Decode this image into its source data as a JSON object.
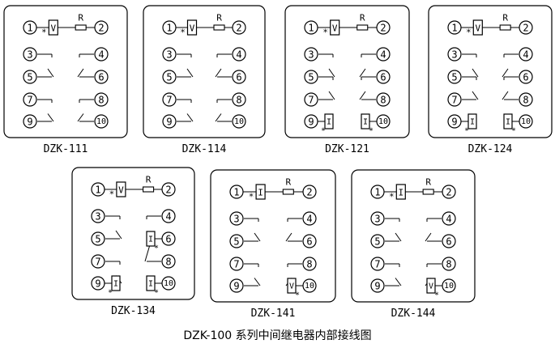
{
  "caption": "DZK-100 系列中间继电器内部接线图",
  "symbols": {
    "voltage_coil": "V",
    "current_coil": "I",
    "resistor": "R",
    "polarity_mark": "*"
  },
  "diagrams": [
    {
      "model": "DZK-111",
      "coil_type": "voltage",
      "has_resistor": true,
      "terminals": [
        "1",
        "2",
        "3",
        "4",
        "5",
        "6",
        "7",
        "8",
        "9",
        "10"
      ],
      "left_contacts": [
        {
          "from": "3",
          "to": "5",
          "type": "changeover",
          "common": "5"
        },
        {
          "from": "7",
          "to": "9",
          "type": "normally-open"
        }
      ],
      "right_contacts": [
        {
          "from": "4",
          "to": "6",
          "type": "changeover",
          "common": "6"
        },
        {
          "from": "8",
          "to": "10",
          "type": "normally-open"
        }
      ],
      "holding_coils": []
    },
    {
      "model": "DZK-114",
      "coil_type": "voltage",
      "has_resistor": true,
      "terminals": [
        "1",
        "2",
        "3",
        "4",
        "5",
        "6",
        "7",
        "8",
        "9",
        "10"
      ],
      "left_contacts": [
        {
          "from": "3",
          "to": "5",
          "type": "normally-open"
        },
        {
          "from": "7",
          "to": "9",
          "type": "normally-open"
        }
      ],
      "right_contacts": [
        {
          "from": "4",
          "to": "6",
          "type": "normally-open"
        },
        {
          "from": "8",
          "to": "10",
          "type": "normally-open"
        }
      ],
      "holding_coils": []
    },
    {
      "model": "DZK-121",
      "coil_type": "voltage",
      "has_resistor": true,
      "terminals": [
        "1",
        "2",
        "3",
        "4",
        "5",
        "6",
        "7",
        "8",
        "9",
        "10"
      ],
      "left_contacts": [
        {
          "from": "3",
          "to": "5",
          "type": "normally-open"
        },
        {
          "from": "5",
          "to": "7",
          "type": "normally-open"
        }
      ],
      "right_contacts": [
        {
          "from": "4",
          "to": "6",
          "type": "normally-open"
        },
        {
          "from": "6",
          "to": "8",
          "type": "normally-open"
        }
      ],
      "holding_coils": [
        {
          "terminal": "9",
          "type": "current"
        },
        {
          "terminal": "10",
          "type": "current"
        }
      ]
    },
    {
      "model": "DZK-124",
      "coil_type": "voltage",
      "has_resistor": true,
      "terminals": [
        "1",
        "2",
        "3",
        "4",
        "5",
        "6",
        "7",
        "8",
        "9",
        "10"
      ],
      "left_contacts": [
        {
          "from": "3",
          "to": "5",
          "type": "normally-open"
        },
        {
          "from": "5",
          "to": "7",
          "type": "normally-open"
        }
      ],
      "right_contacts": [
        {
          "from": "4",
          "to": "6",
          "type": "normally-open"
        },
        {
          "from": "6",
          "to": "8",
          "type": "normally-open"
        }
      ],
      "holding_coils": [
        {
          "terminal": "9",
          "type": "current"
        },
        {
          "terminal": "10",
          "type": "current"
        }
      ]
    },
    {
      "model": "DZK-134",
      "coil_type": "voltage",
      "has_resistor": true,
      "terminals": [
        "1",
        "2",
        "3",
        "4",
        "5",
        "6",
        "7",
        "8",
        "9",
        "10"
      ],
      "left_contacts": [
        {
          "from": "3",
          "to": "5",
          "type": "normally-open"
        },
        {
          "from": "7",
          "to": "9",
          "type": "normally-open"
        }
      ],
      "right_contacts": [
        {
          "from": "4",
          "to": "8",
          "type": "normally-open"
        }
      ],
      "holding_coils": [
        {
          "terminal": "6",
          "type": "current"
        },
        {
          "terminal": "9",
          "type": "current"
        },
        {
          "terminal": "10",
          "type": "current"
        }
      ]
    },
    {
      "model": "DZK-141",
      "coil_type": "current",
      "has_resistor": true,
      "terminals": [
        "1",
        "2",
        "3",
        "4",
        "5",
        "6",
        "7",
        "8",
        "9",
        "10"
      ],
      "left_contacts": [
        {
          "from": "3",
          "to": "5",
          "type": "changeover",
          "common": "5"
        },
        {
          "from": "7",
          "to": "9",
          "type": "normally-open"
        }
      ],
      "right_contacts": [
        {
          "from": "4",
          "to": "6",
          "type": "changeover",
          "common": "6"
        },
        {
          "from": "8",
          "to": "10",
          "type": "normally-open"
        }
      ],
      "holding_coils": [
        {
          "terminal": "10",
          "type": "voltage"
        }
      ]
    },
    {
      "model": "DZK-144",
      "coil_type": "current",
      "has_resistor": true,
      "terminals": [
        "1",
        "2",
        "3",
        "4",
        "5",
        "6",
        "7",
        "8",
        "9",
        "10"
      ],
      "left_contacts": [
        {
          "from": "3",
          "to": "5",
          "type": "normally-open"
        },
        {
          "from": "7",
          "to": "9",
          "type": "normally-open"
        }
      ],
      "right_contacts": [
        {
          "from": "4",
          "to": "6",
          "type": "normally-open"
        },
        {
          "from": "8",
          "to": "10",
          "type": "normally-open"
        }
      ],
      "holding_coils": [
        {
          "terminal": "10",
          "type": "voltage"
        }
      ]
    }
  ]
}
